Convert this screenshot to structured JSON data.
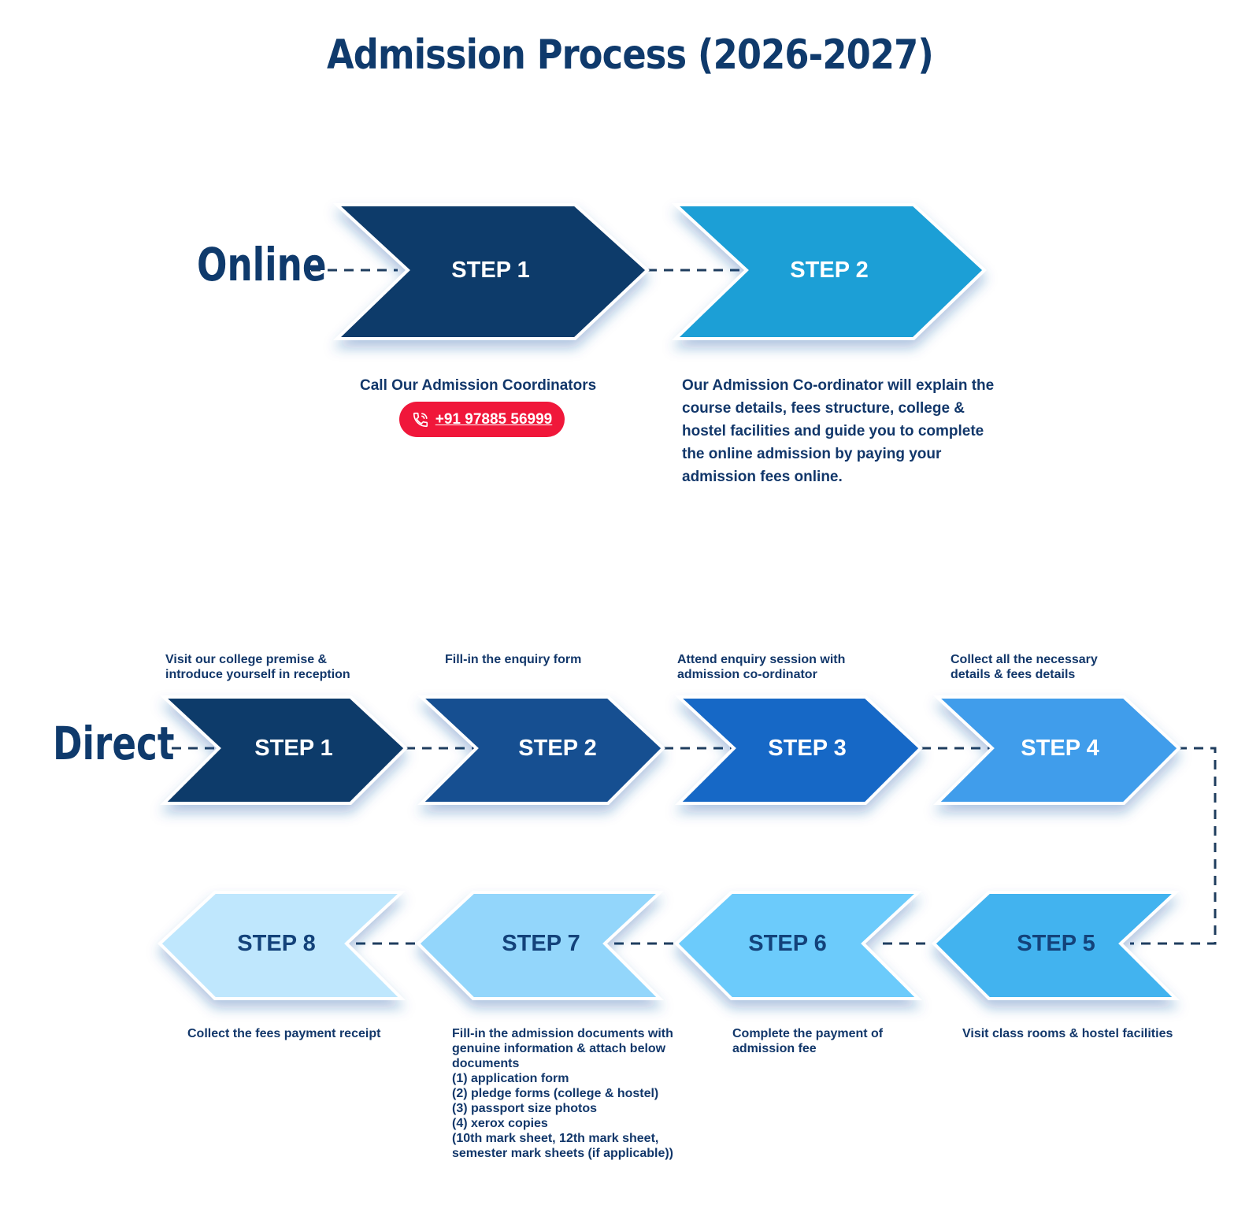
{
  "title": "Admission Process (2026-2027)",
  "online": {
    "label": "Online",
    "steps": [
      {
        "label": "STEP 1",
        "fill": "#103a6b",
        "text": "#ffffff"
      },
      {
        "label": "STEP 2",
        "fill": "#1e9fd6",
        "text": "#ffffff"
      }
    ],
    "step1_desc": "Call Our Admission Coordinators",
    "phone": "+91 97885 56999",
    "step2_desc": "Our Admission Co-ordinator will explain the\ncourse details, fees structure, college &\nhostel facilities and guide you to complete\nthe online admission by paying your\nadmission fees online."
  },
  "direct": {
    "label": "Direct",
    "steps": [
      {
        "label": "STEP 1",
        "fill": "#103a6b",
        "text": "#ffffff",
        "desc": "Visit our college premise &\nintroduce yourself in reception"
      },
      {
        "label": "STEP 2",
        "fill": "#134f91",
        "text": "#ffffff",
        "desc": "Fill-in the enquiry form"
      },
      {
        "label": "STEP 3",
        "fill": "#1468c6",
        "text": "#ffffff",
        "desc": "Attend enquiry session with\nadmission co-ordinator"
      },
      {
        "label": "STEP 4",
        "fill": "#3f9deb",
        "text": "#ffffff",
        "desc": "Collect all the necessary\ndetails & fees details"
      },
      {
        "label": "STEP 5",
        "fill": "#42b3ef",
        "text": "#13427a",
        "desc": "Visit class rooms & hostel facilities"
      },
      {
        "label": "STEP 6",
        "fill": "#6ccbfb",
        "text": "#13427a",
        "desc": "Complete the payment of\nadmission fee"
      },
      {
        "label": "STEP 7",
        "fill": "#93d6fb",
        "text": "#13427a",
        "desc": "Fill-in the admission documents with\ngenuine information & attach below\ndocuments\n(1) application form\n(2) pledge forms (college & hostel)\n(3) passport size photos\n(4) xerox copies\n(10th mark sheet, 12th mark sheet,\nsemester mark sheets (if applicable))"
      },
      {
        "label": "STEP 8",
        "fill": "#bfe7fd",
        "text": "#13427a",
        "desc": "Collect the fees payment receipt"
      }
    ]
  },
  "colors": {
    "navy": "#0f3a6c",
    "dash": "#1f3d5e",
    "phone_pill": "#f0173a"
  },
  "icons": {
    "phone": "phone-icon"
  }
}
